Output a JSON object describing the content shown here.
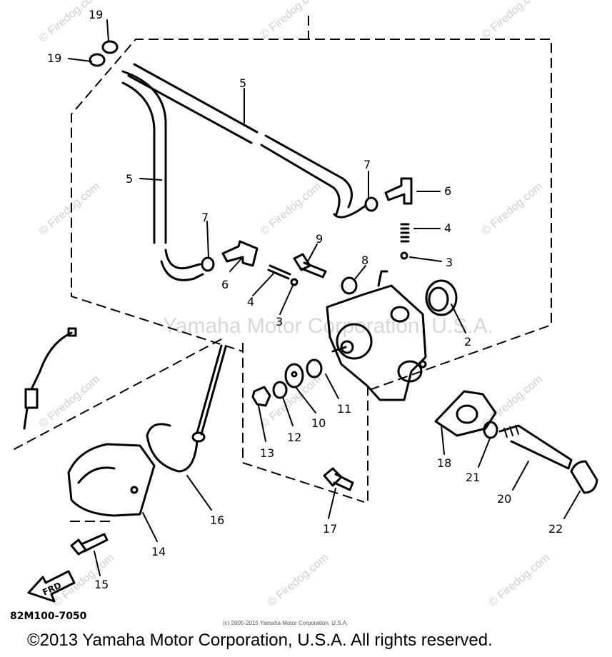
{
  "diagram": {
    "watermark_center": "Yamaha Motor Corporation, U.S.A.",
    "watermark_tile": "© Firedog.com",
    "labels": [
      {
        "id": "c19a",
        "text": "19"
      },
      {
        "id": "c19b",
        "text": "19"
      },
      {
        "id": "c5a",
        "text": "5"
      },
      {
        "id": "c5b",
        "text": "5"
      },
      {
        "id": "c7a",
        "text": "7"
      },
      {
        "id": "c7b",
        "text": "7"
      },
      {
        "id": "c6a",
        "text": "6"
      },
      {
        "id": "c6b",
        "text": "6"
      },
      {
        "id": "c4a",
        "text": "4"
      },
      {
        "id": "c4b",
        "text": "4"
      },
      {
        "id": "c3a",
        "text": "3"
      },
      {
        "id": "c3b",
        "text": "3"
      },
      {
        "id": "c9",
        "text": "9"
      },
      {
        "id": "c8",
        "text": "8"
      },
      {
        "id": "c2",
        "text": "2"
      },
      {
        "id": "c11",
        "text": "11"
      },
      {
        "id": "c10",
        "text": "10"
      },
      {
        "id": "c12",
        "text": "12"
      },
      {
        "id": "c13",
        "text": "13"
      },
      {
        "id": "c18",
        "text": "18"
      },
      {
        "id": "c21",
        "text": "21"
      },
      {
        "id": "c20",
        "text": "20"
      },
      {
        "id": "c22",
        "text": "22"
      },
      {
        "id": "c16",
        "text": "16"
      },
      {
        "id": "c17",
        "text": "17"
      },
      {
        "id": "c14",
        "text": "14"
      },
      {
        "id": "c15",
        "text": "15"
      }
    ],
    "frd_label": "FRD"
  },
  "footer": {
    "diagram_code": "82M100-7050",
    "small_copyright": "(c) 2005-2015 Yamaha Motor Corporation, U.S.A.",
    "copyright": "©2013 Yamaha Motor Corporation, U.S.A. All rights reserved."
  }
}
